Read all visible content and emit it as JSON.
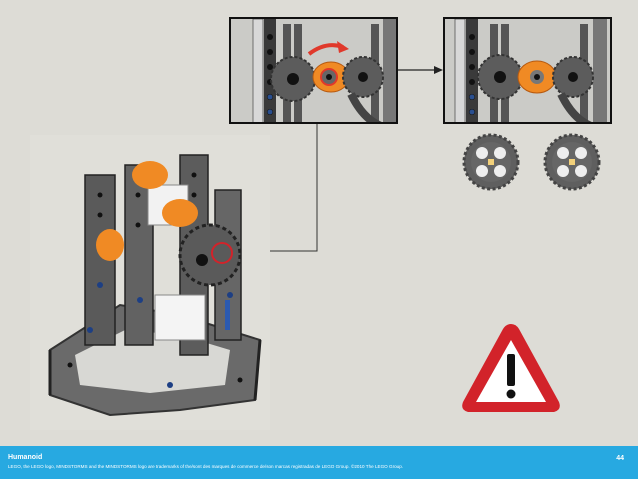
{
  "footer": {
    "title": "Humanoid",
    "legal": "LEGO, the LEGO logo, MINDSTORMS and the MINDSTORMS logo are trademarks of the/sont des marques de commerce de/son marcas registradas de LEGO Group. ©2010 The LEGO Group.",
    "page_number": "44"
  },
  "colors": {
    "background": "#dddcd6",
    "footer": "#27a9e1",
    "warning_red": "#d2232a",
    "arrow_red": "#e0392b",
    "gear_orange": "#f08a24",
    "gear_gray": "#5f5f5f"
  },
  "icons": [
    "rotation-arrow-icon",
    "warning-triangle-icon",
    "gear-icon"
  ]
}
